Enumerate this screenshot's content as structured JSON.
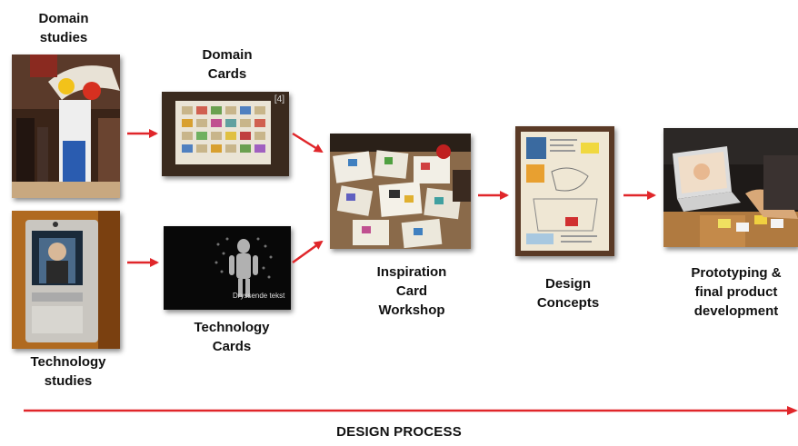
{
  "stages": {
    "domain_studies": {
      "label": "Domain\nstudies"
    },
    "domain_cards": {
      "label": "Domain\nCards",
      "tag": "[4]"
    },
    "technology_studies": {
      "label": "Technology\nstudies"
    },
    "technology_cards": {
      "label": "Technology\nCards",
      "caption": "Dryssende tekst"
    },
    "inspiration_workshop": {
      "label": "Inspiration\nCard\nWorkshop"
    },
    "design_concepts": {
      "label": "Design\nConcepts"
    },
    "prototyping": {
      "label": "Prototyping &\nfinal product\ndevelopment"
    }
  },
  "process_axis": {
    "label": "DESIGN PROCESS"
  },
  "colors": {
    "arrow": "#e0262a",
    "text": "#111111"
  }
}
